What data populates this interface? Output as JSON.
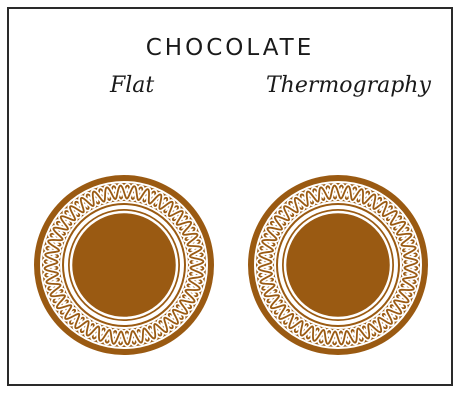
{
  "card": {
    "title": "CHOCOLATE",
    "options": [
      {
        "label": "Flat"
      },
      {
        "label": "Thermography"
      }
    ]
  },
  "colors": {
    "chocolate": "#9a5a12",
    "border": "#2a2a2a",
    "ink": "#1a1a1a",
    "paper": "#ffffff"
  },
  "seal_icon": "braided-ring-seal"
}
